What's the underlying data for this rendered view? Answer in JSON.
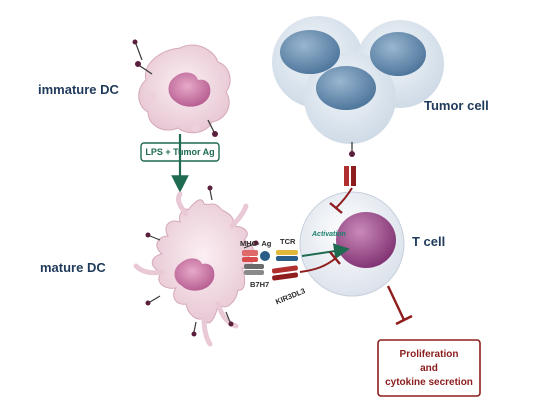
{
  "labels": {
    "immature_dc": "immature DC",
    "mature_dc": "mature DC",
    "tumor_cell": "Tumor cell",
    "t_cell": "T cell",
    "lps_tumor_ag": "LPS + Tumor Ag",
    "mhc_ag": "MHC- Ag",
    "tcr": "TCR",
    "activation": "Activation",
    "b7h7": "B7H7",
    "kir3dl3": "KIR3DL3",
    "outcome_line1": "Proliferation",
    "outcome_line2": "and",
    "outcome_line3": "cytokine secretion"
  },
  "colors": {
    "dc_fill": "#f1dbe3",
    "nucleus": "#c96aa0",
    "tumor_fill": "#dce6ef",
    "tumor_nucleus": "#5a83a8",
    "tcell_fill": "#eef2f7",
    "tcell_nucleus": "#9b3f88",
    "inhibit": "#8f1d1d",
    "activate": "#1f6b52"
  }
}
